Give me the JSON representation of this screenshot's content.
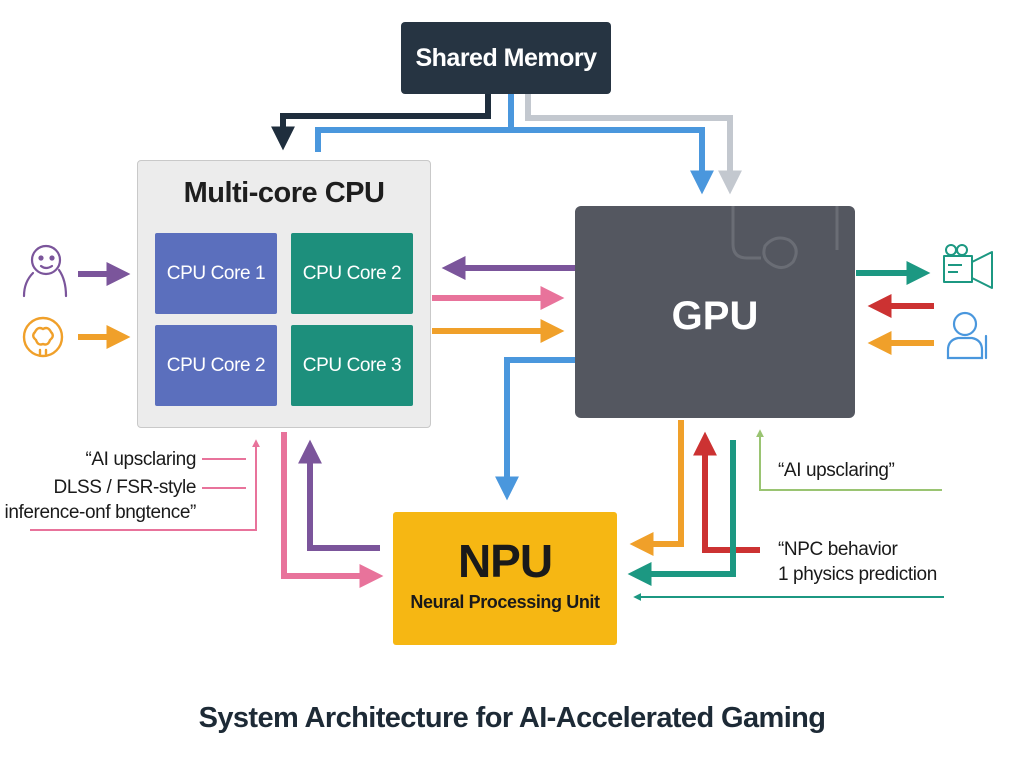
{
  "shared_memory": {
    "label": "Shared Memory"
  },
  "cpu": {
    "title": "Multi-core CPU",
    "cores": [
      {
        "label": "CPU Core 1",
        "color": "#5b6fbd"
      },
      {
        "label": "CPU Core 2",
        "color": "#1d8f7c"
      },
      {
        "label": "CPU Core 2",
        "color": "#5b6fbd"
      },
      {
        "label": "CPU Core 3",
        "color": "#1d8f7c"
      }
    ]
  },
  "gpu": {
    "label": "GPU"
  },
  "npu": {
    "label": "NPU",
    "subtitle": "Neural Processing Unit"
  },
  "notes": {
    "left": [
      "“AI upsclaring",
      "DLSS / FSR-style",
      "inference-onf bngtence”"
    ],
    "right_top": "“AI upsclaring”",
    "right_bottom": [
      "“NPC behavior",
      "1 physics prediction"
    ]
  },
  "caption": "System Architecture for AI-Accelerated Gaming",
  "colors": {
    "navy": "#1f2e3d",
    "blue": "#4a97dd",
    "gray": "#c3c8cf",
    "purple": "#7b559b",
    "pink": "#e8739b",
    "orange": "#f0a02a",
    "red": "#cc3232",
    "teal": "#1c9882",
    "green": "#9ac472"
  },
  "icons": [
    "user-face-icon",
    "gear-face-icon",
    "video-camera-icon",
    "person-icon",
    "gamepad-icon"
  ]
}
